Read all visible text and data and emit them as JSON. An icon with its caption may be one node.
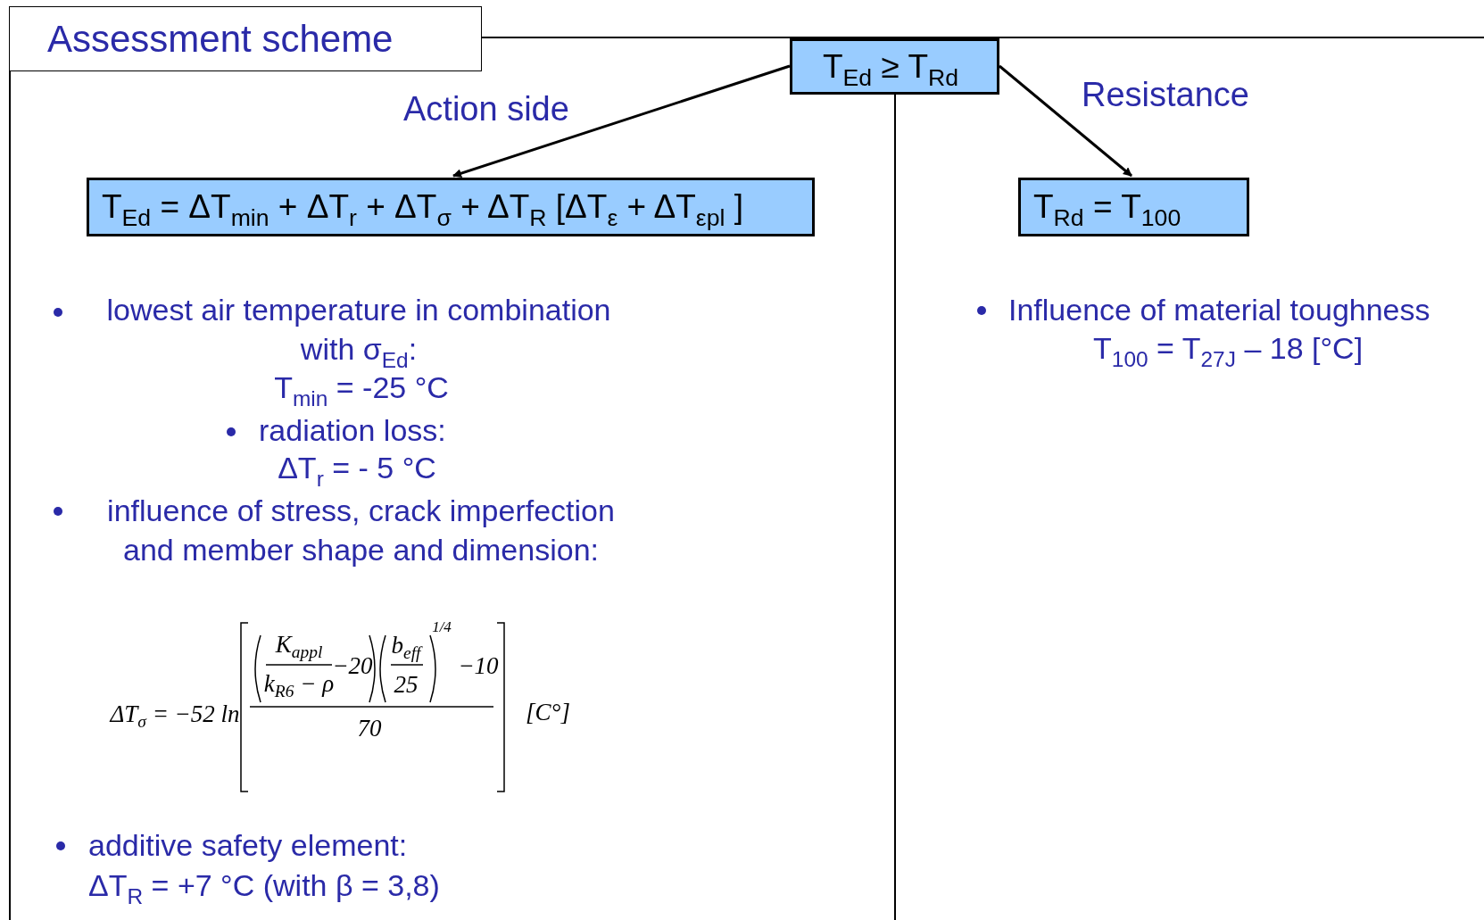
{
  "diagram": {
    "title": "Assessment scheme",
    "nodes": [
      {
        "text": [
          "T$_{Ed}$ ≥ T$_{Rd}$"
        ]
      },
      {
        "text": [
          "T$_{Ed}$ = ΔT$_{min}$ + ΔT$_{r}$ + ΔT$_{σ}$ + ΔT$_{R}$ [ΔT$_{ε}$ + ΔT$_{εpl}$ ]"
        ]
      },
      {
        "text": [
          "T$_{Rd}$ = T$_{100}$"
        ]
      }
    ],
    "edges": [
      {
        "from": 0,
        "to": 1,
        "arrow": "to",
        "label": "Action side"
      },
      {
        "from": 0,
        "to": 2,
        "arrow": "to",
        "label": "Resistance"
      }
    ],
    "labels": [
      "lowest air temperature in combination with σ$_{Ed}$:",
      "T$_{min}$ = -25 °C",
      "radiation loss:",
      "ΔT$_{r}$ = - 5 °C",
      "influence of stress, crack imperfection and member shape and dimension:",
      "ΔT$_{σ}$ = −52 ln",
      "K$_{appl}$",
      "k$_{R6}$ − ρ",
      "−20",
      "b$_{eff}$",
      "25",
      "1/4",
      "−10",
      "70",
      "[C°]",
      "additive safety element:",
      "ΔT$_{R}$ = +7 °C (with β = 3,8)",
      "Influence of material toughness",
      "T$_{100}$ = T$_{27J}$ – 18 [°C]"
    ]
  }
}
